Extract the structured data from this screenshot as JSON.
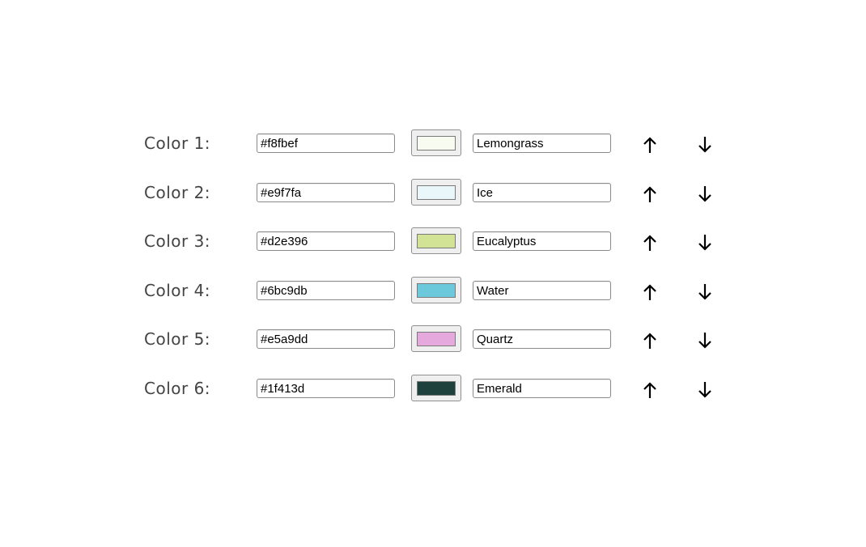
{
  "colors": [
    {
      "label": "Color 1:",
      "hex": "#f8fbef",
      "name": "Lemongrass",
      "swatch": "#f8fbef"
    },
    {
      "label": "Color 2:",
      "hex": "#e9f7fa",
      "name": "Ice",
      "swatch": "#e9f7fa"
    },
    {
      "label": "Color 3:",
      "hex": "#d2e396",
      "name": "Eucalyptus",
      "swatch": "#d2e396"
    },
    {
      "label": "Color 4:",
      "hex": "#6bc9db",
      "name": "Water",
      "swatch": "#6bc9db"
    },
    {
      "label": "Color 5:",
      "hex": "#e5a9dd",
      "name": "Quartz",
      "swatch": "#e5a9dd"
    },
    {
      "label": "Color 6:",
      "hex": "#1f413d",
      "name": "Emerald",
      "swatch": "#1f413d"
    }
  ],
  "icons": {
    "move_up": "arrow-up-icon",
    "move_down": "arrow-down-icon"
  }
}
